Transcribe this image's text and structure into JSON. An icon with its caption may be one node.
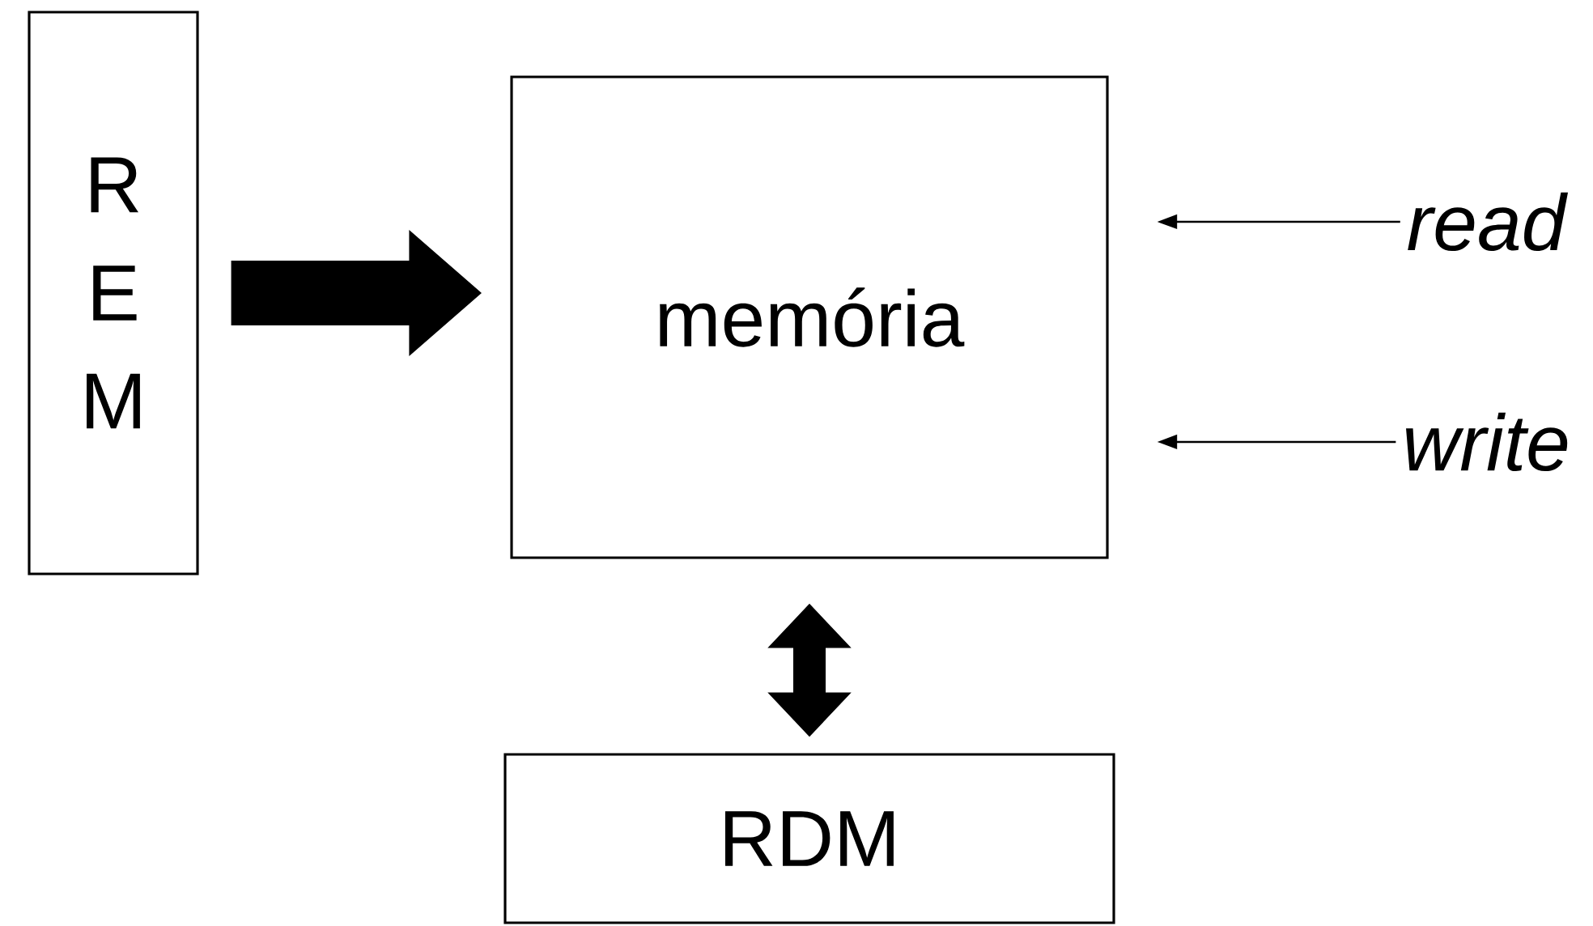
{
  "diagram": {
    "nodes": [
      {
        "text": [
          "R E M"
        ]
      },
      {
        "text": [
          "memória"
        ]
      },
      {
        "text": [
          "RDM"
        ]
      },
      {
        "text": [
          "read"
        ]
      },
      {
        "text": [
          "write"
        ]
      }
    ],
    "edges": [
      {
        "from": 0,
        "to": 1,
        "arrow": "to",
        "style": "thick"
      },
      {
        "from": 1,
        "to": 2,
        "arrow": "both",
        "style": "thick"
      },
      {
        "from": 3,
        "to": 1,
        "arrow": "to"
      },
      {
        "from": 4,
        "to": 1,
        "arrow": "to"
      }
    ]
  }
}
